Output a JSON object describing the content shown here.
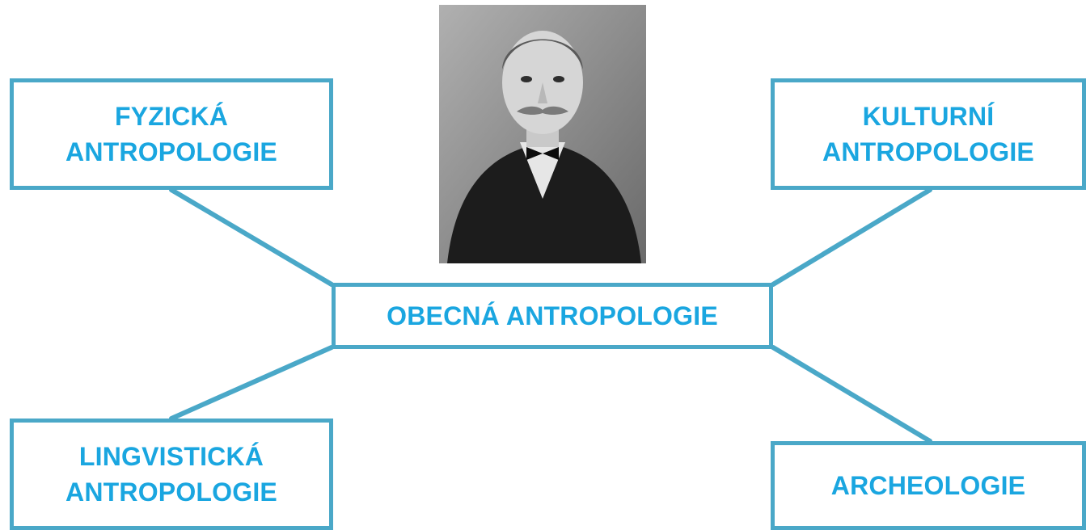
{
  "diagram": {
    "center": {
      "label": "OBECNÁ ANTROPOLOGIE"
    },
    "branches": {
      "physical": {
        "line1": "FYZICKÁ",
        "line2": "ANTROPOLOGIE"
      },
      "cultural": {
        "line1": "KULTURNÍ",
        "line2": "ANTROPOLOGIE"
      },
      "linguistic": {
        "line1": "LINGVISTICKÁ",
        "line2": "ANTROPOLOGIE"
      },
      "archaeology": {
        "line1": "ARCHEOLOGIE"
      }
    },
    "portrait": {
      "kind": "black-and-white portrait photograph"
    },
    "colors": {
      "accent_border": "#4aa8c8",
      "text": "#1aa6e0",
      "background": "#ffffff"
    }
  }
}
